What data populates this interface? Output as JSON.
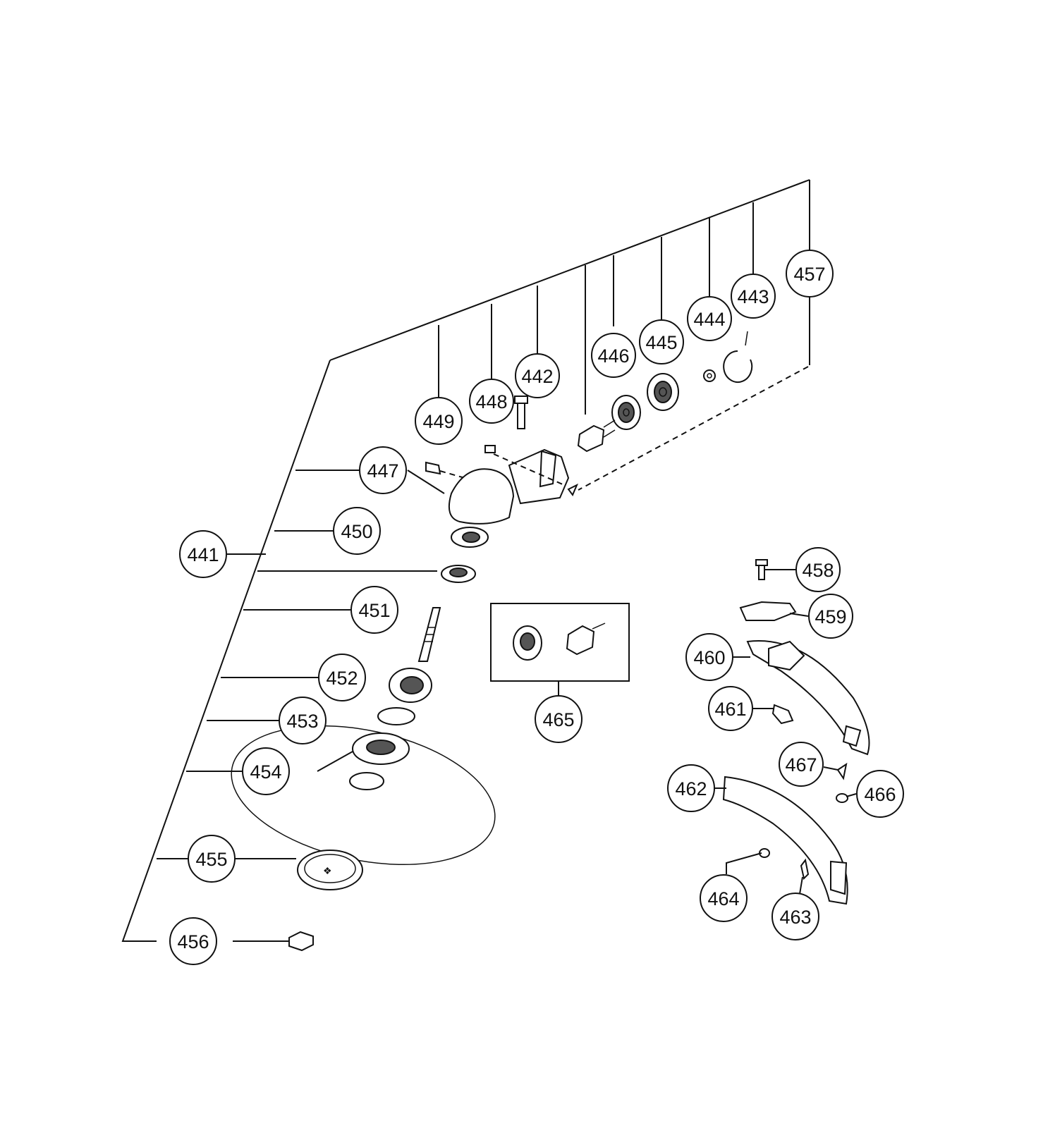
{
  "callouts": [
    "441",
    "442",
    "443",
    "444",
    "445",
    "446",
    "447",
    "448",
    "449",
    "450",
    "451",
    "452",
    "453",
    "454",
    "455",
    "456",
    "457",
    "458",
    "459",
    "460",
    "461",
    "462",
    "463",
    "464",
    "465",
    "466",
    "467"
  ],
  "colors": {
    "ink": "#111111",
    "paper": "#ffffff",
    "shade": "#555555"
  }
}
